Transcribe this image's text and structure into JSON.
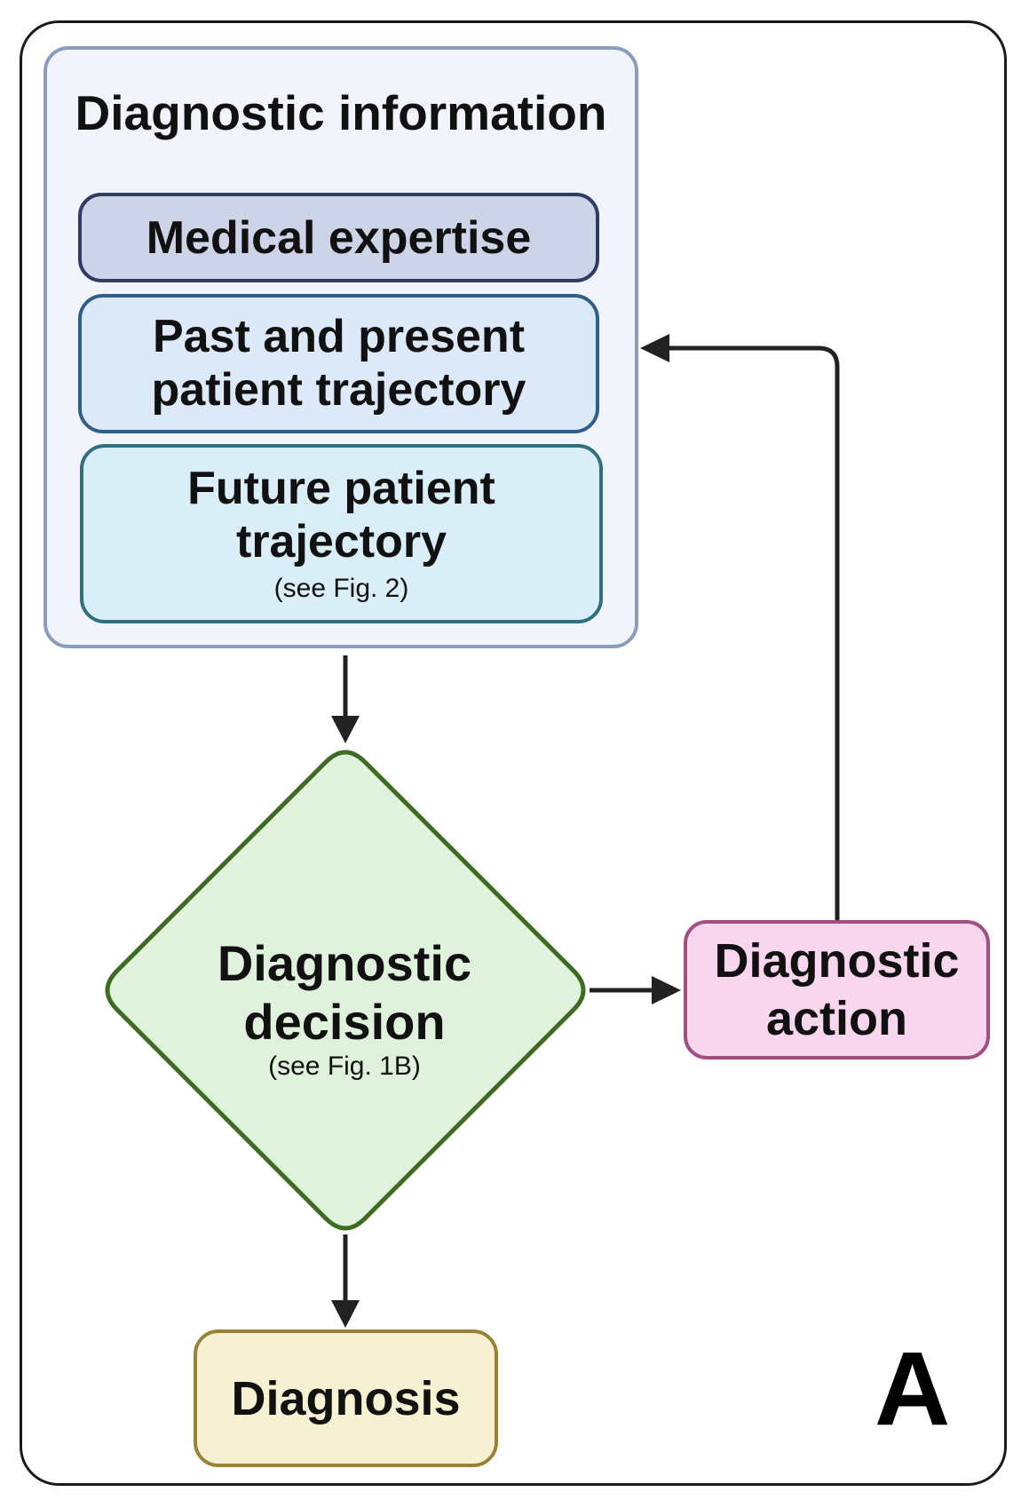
{
  "diagram": {
    "info_title": "Diagnostic information",
    "medical_expertise": "Medical expertise",
    "past_present": {
      "line1": "Past and present",
      "line2": "patient trajectory"
    },
    "future": {
      "line1": "Future patient",
      "line2": "trajectory",
      "note": "(see Fig. 2)"
    },
    "decision": {
      "line1": "Diagnostic",
      "line2": "decision",
      "note": "(see Fig. 1B)"
    },
    "action": {
      "line1": "Diagnostic",
      "line2": "action"
    },
    "diagnosis": "Diagnosis",
    "panel_letter": "A"
  },
  "colors": {
    "info_panel_fill": "#f1f4fa",
    "info_panel_border": "#8c9cc0",
    "medical_fill": "#ced4e8",
    "past_fill": "#dce9f8",
    "future_fill": "#d9eef7",
    "decision_fill": "#dff3dc",
    "decision_border": "#3d6b22",
    "action_fill": "#f7d6ee",
    "action_border": "#a24e7f",
    "diagnosis_fill": "#f6f1d3",
    "diagnosis_border": "#9a8233",
    "arrow": "#222222"
  }
}
